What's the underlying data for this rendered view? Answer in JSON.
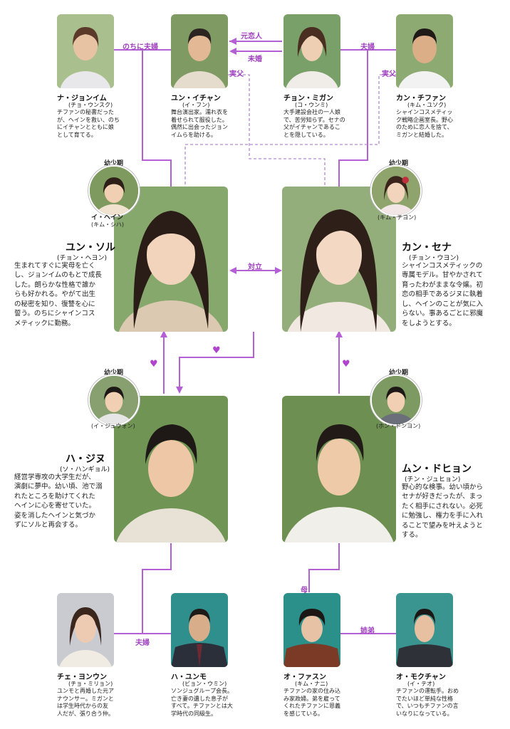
{
  "colors": {
    "line": "#b55fd4",
    "dashed": "#b48ad0",
    "heart": "#b044cc"
  },
  "relations": {
    "later_couple": "のちに夫婦",
    "ex_lover": "元恋人",
    "unmarried": "未婚",
    "couple_top": "夫婦",
    "real_father_left": "実父",
    "real_father_right": "実父",
    "rival": "対立",
    "couple_bottom": "夫婦",
    "mother": "母",
    "siblings": "姉弟"
  },
  "childhood_label": "幼少期",
  "top": [
    {
      "name": "ナ・ジョンイム",
      "actor": "(チョ・ウンスク)",
      "desc": [
        "チファンの秘書だった",
        "が、ヘインを救い、のち",
        "にイチャンとともに娘",
        "として育てる。"
      ]
    },
    {
      "name": "ユン・イチャン",
      "actor": "(イ・フン)",
      "desc": [
        "舞台演出家。濡れ衣を",
        "着せられて服役した。",
        "偶然に出会ったジョン",
        "イムらを助ける。"
      ]
    },
    {
      "name": "チョン・ミガン",
      "actor": "(コ・ウンミ)",
      "desc": [
        "大手建設会社の一人娘",
        "で、苦労知らず。セナの",
        "父がイチャンであるこ",
        "とを隠している。"
      ]
    },
    {
      "name": "カン・チファン",
      "actor": "(キム・ユソク)",
      "desc": [
        "シャインコスメティッ",
        "ク戦略企画室長。野心",
        "のために恋人を捨て、",
        "ミガンと結婚した。"
      ]
    }
  ],
  "main": [
    {
      "name": "ユン・ソル",
      "actor": "(チョン・ヘヨン)",
      "child": "イ・ヘイン",
      "child_actor": "(キム・シハ)",
      "desc": [
        "生まれてすぐに実母を亡く",
        "し、ジョンイムのもとで成長",
        "した。朗らかな性格で誰か",
        "らも好かれる。やがて出生",
        "の秘密を知り、復讐を心に",
        "誓う。のちにシャインコス",
        "メティックに勤務。"
      ]
    },
    {
      "name": "カン・セナ",
      "actor": "(チョン・ウヨン)",
      "child_actor": "(キム・チヨン)",
      "desc": [
        "シャインコスメティックの",
        "専属モデル。甘やかされて",
        "育ったわがままな令嬢。初",
        "恋の相手であるジヌに執着",
        "し、ヘインのことが気に入",
        "らない。事あるごとに邪魔",
        "をしようとする。"
      ]
    },
    {
      "name": "ハ・ジヌ",
      "actor": "(ソ・ハンギョル)",
      "child_actor": "(イ・ジュウォン)",
      "desc": [
        "経営学専攻の大学生だが、",
        "演劇に夢中。幼い頃、池で溺",
        "れたところを助けてくれた",
        "ヘインに心を寄せていた。",
        "姿を消したヘインと気づか",
        "ずにソルと再会する。"
      ]
    },
    {
      "name": "ムン・ドヒョン",
      "actor": "(チン・ジュヒョン)",
      "child_actor": "(ホン・ドンヨン)",
      "desc": [
        "野心的な検事。幼い頃から",
        "セナが好きだったが、まっ",
        "たく相手にされない。必死",
        "に勉強し、権力を手に入れ",
        "ることで望みを叶えようと",
        "する。"
      ]
    }
  ],
  "bottom": [
    {
      "name": "チェ・ヨンウン",
      "actor": "(チョ・ミリョン)",
      "desc": [
        "ユンモと再婚した元ア",
        "ナウンサー。ミガンと",
        "は学生時代からの友",
        "人だが、張り合う仲。"
      ]
    },
    {
      "name": "ハ・ユンモ",
      "actor": "(ビョン・ウミン)",
      "desc": [
        "ソンジュグループ会長。",
        "亡き妻の遺した息子が",
        "すべて。チファンとは大",
        "学時代の同級生。"
      ]
    },
    {
      "name": "オ・ファスン",
      "actor": "(キム・ナニ)",
      "desc": [
        "チファンの家の住み込",
        "み家政婦。弟を雇って",
        "くれたチファンに恩義",
        "を感じている。"
      ]
    },
    {
      "name": "オ・モクチャン",
      "actor": "(イ・テオ)",
      "desc": [
        "チファンの運転手。おめ",
        "でたいほど単純な性格",
        "で、いつもチファンの言",
        "いなりになっている。"
      ]
    }
  ]
}
